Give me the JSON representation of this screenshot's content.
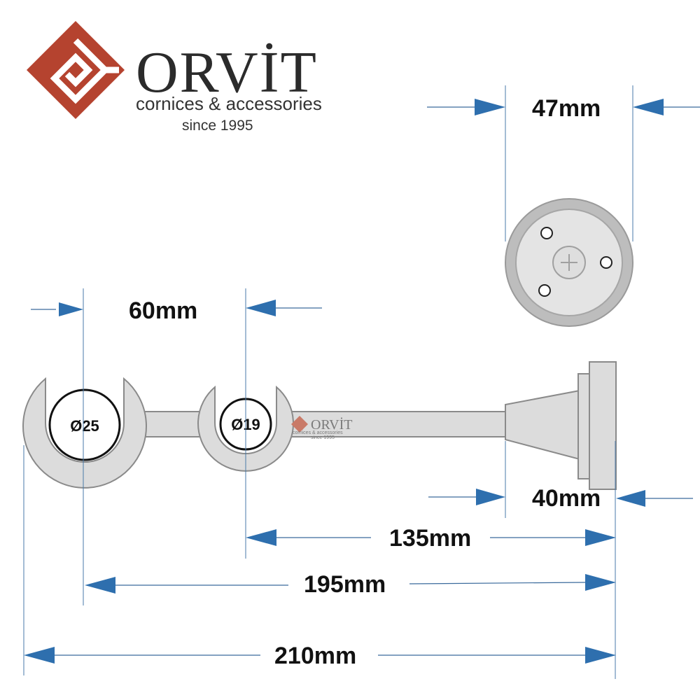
{
  "brand": {
    "name": "ORVİT",
    "tagline": "cornices & accessories",
    "since": "since 1995",
    "logo_color": "#b5432f"
  },
  "dimensions": {
    "top_width": "47mm",
    "spacing": "60mm",
    "base_depth": "40mm",
    "inner_to_wall": "135mm",
    "outer_to_wall": "195mm",
    "total_length": "210mm",
    "large_ring_diameter": "Ø25",
    "small_ring_diameter": "Ø19"
  },
  "watermark": {
    "name": "ORVİT",
    "tagline": "cornices & accessories",
    "since": "since 1995"
  },
  "colors": {
    "arrow": "#2e6fae",
    "metal": "#dcdcdc",
    "outline": "#8a8a8a"
  }
}
